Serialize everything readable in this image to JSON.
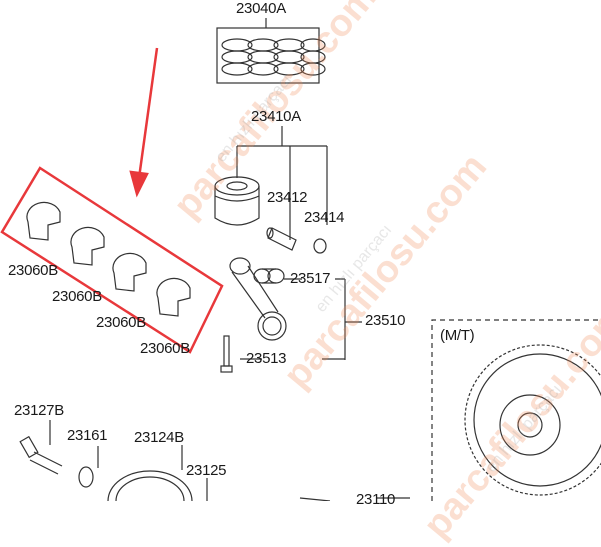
{
  "watermark": {
    "brand": "parcafilosu.com",
    "slogan": "en hızlı parçacı"
  },
  "labels": {
    "piston_ring_set": "23040A",
    "piston_assembly": "23410A",
    "piston_pin": "23412",
    "snap_ring": "23414",
    "conrod_bushing": "23517",
    "connecting_rod": "23510",
    "conrod_bolt": "23513",
    "bearing_1": "23060B",
    "bearing_2": "23060B",
    "bearing_3": "23060B",
    "bearing_4": "23060B",
    "pulley_bolt": "23127B",
    "washer": "23161",
    "damper_pulley": "23124B",
    "pulley_key": "23125",
    "crankshaft": "23110",
    "transmission_type": "(M/T)"
  },
  "colors": {
    "highlight": "#e8383b",
    "line": "#333333"
  }
}
